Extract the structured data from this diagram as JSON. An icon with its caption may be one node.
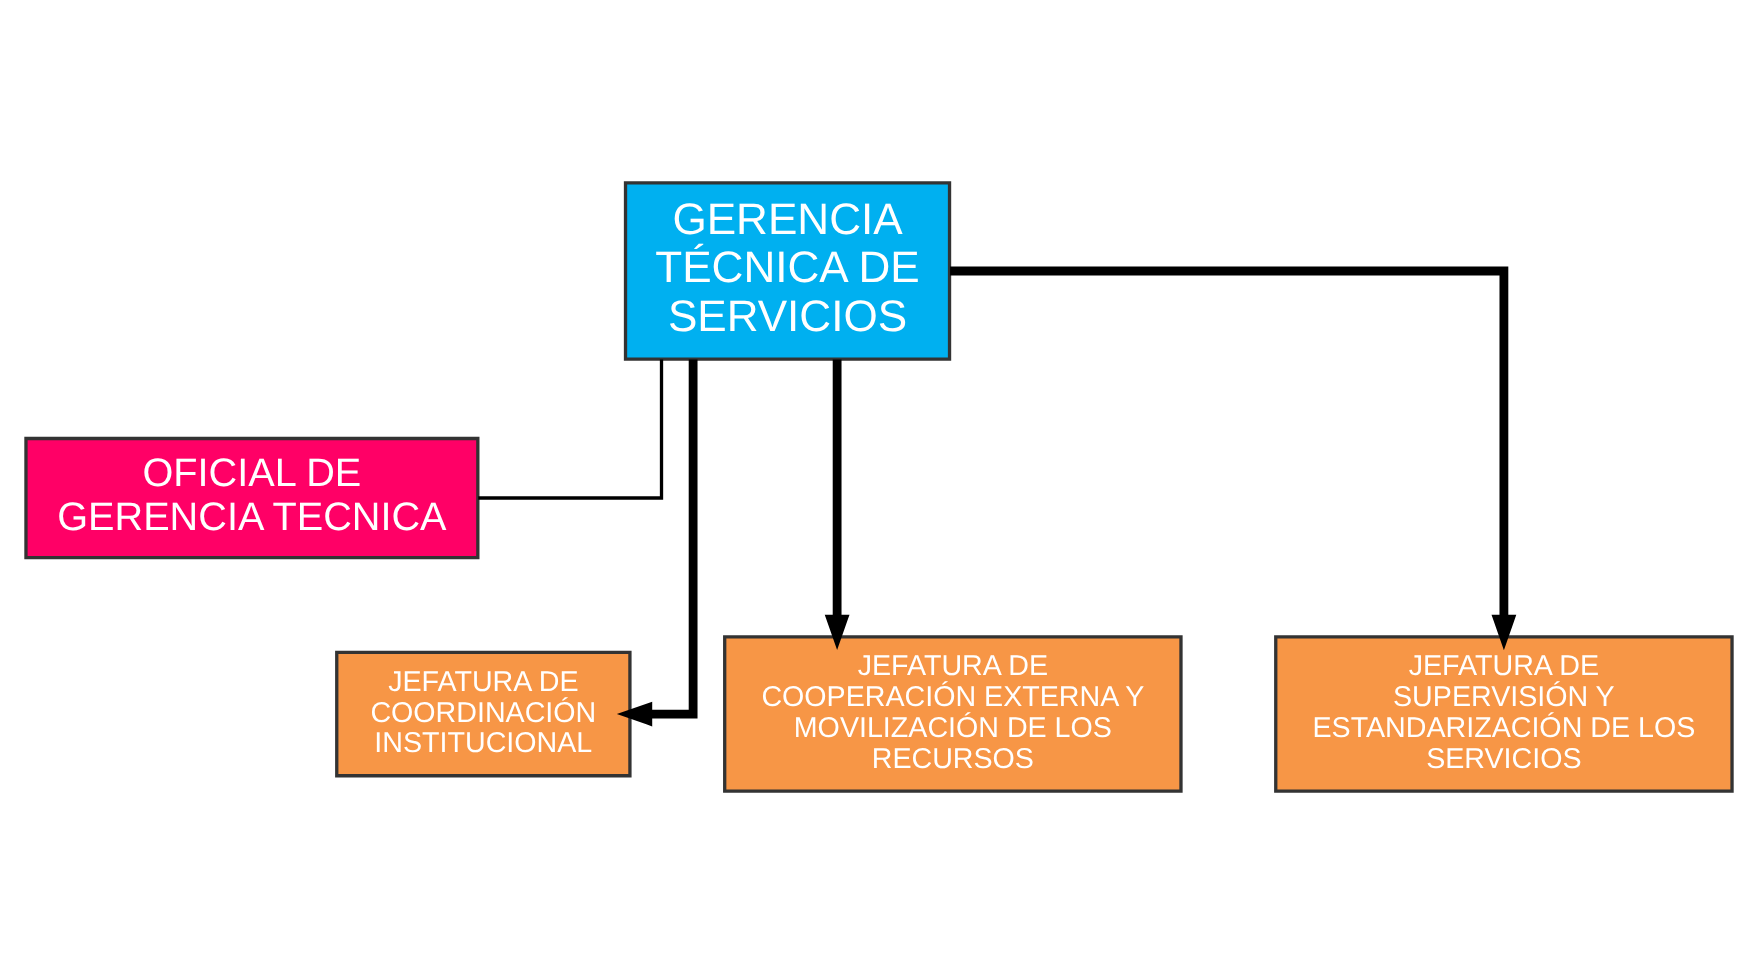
{
  "diagram": {
    "nodes": [
      {
        "text": [
          "GERENCIA TÉCNICA DE SERVICIOS"
        ]
      },
      {
        "text": [
          "OFICIAL DE GERENCIA TECNICA"
        ]
      },
      {
        "text": [
          "JEFATURA DE COORDINACIÓN INSTITUCIONAL"
        ]
      },
      {
        "text": [
          "JEFATURA DE COOPERACIÓN EXTERNA Y MOVILIZACIÓN DE LOS RECURSOS"
        ]
      },
      {
        "text": [
          "JEFATURA DE SUPERVISIÓN Y ESTANDARIZACIÓN DE LOS SERVICIOS"
        ]
      }
    ],
    "edges": [
      {
        "from": 0,
        "to": 1,
        "arrow": "none"
      },
      {
        "from": 0,
        "to": 2,
        "arrow": "to"
      },
      {
        "from": 0,
        "to": 3,
        "arrow": "to"
      },
      {
        "from": 0,
        "to": 4,
        "arrow": "to"
      }
    ]
  }
}
